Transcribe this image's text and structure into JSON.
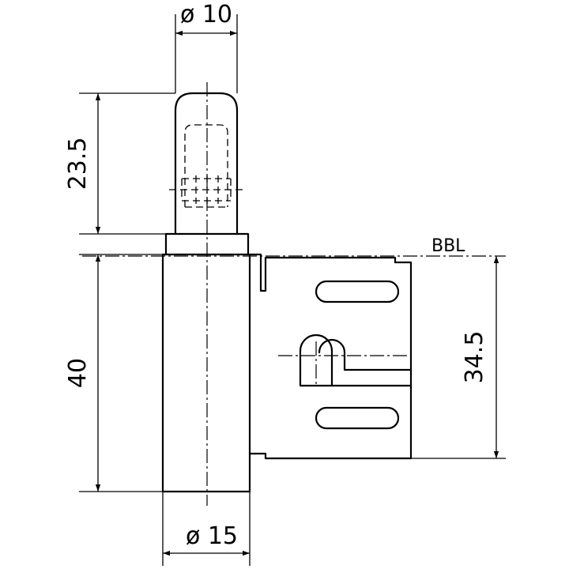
{
  "dimensions": {
    "pin_diameter": "ø 10",
    "pin_height": "23.5",
    "body_height": "40",
    "body_diameter": "ø 15",
    "plate_height": "34.5"
  },
  "labels": {
    "bbl": "BBL"
  }
}
